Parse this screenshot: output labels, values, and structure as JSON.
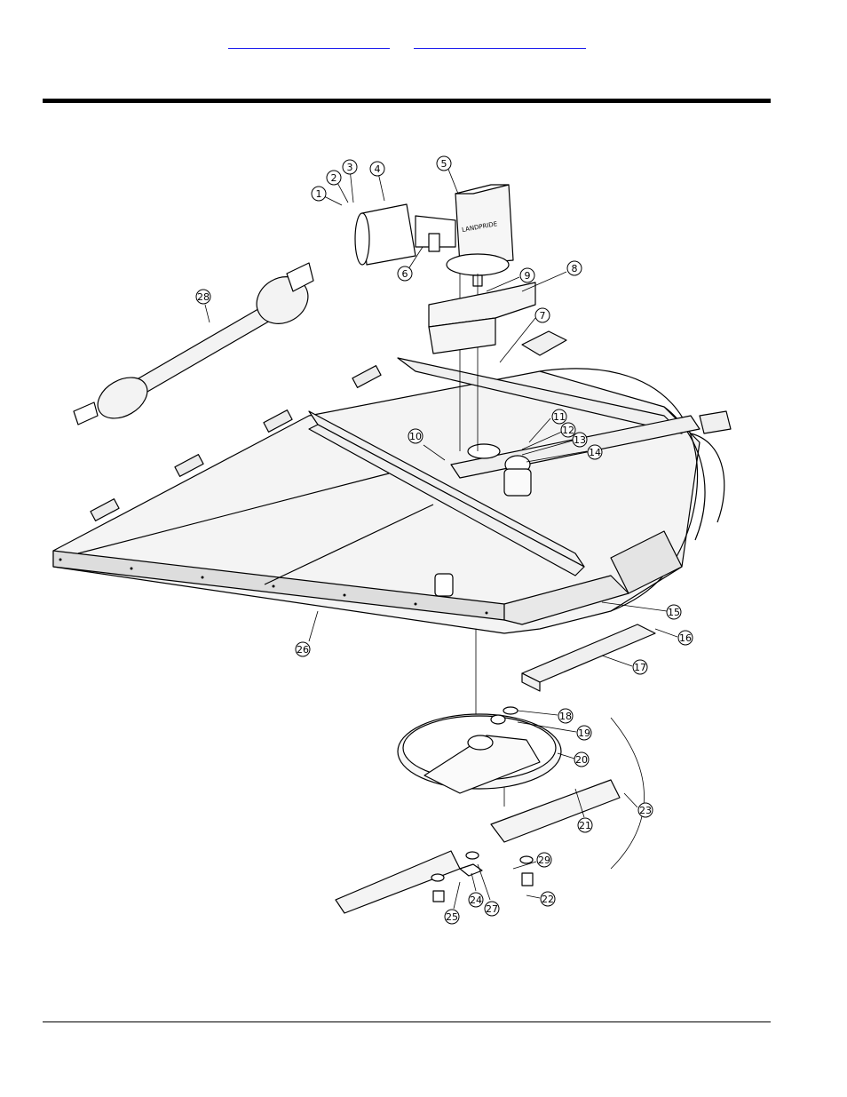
{
  "header": {
    "link_left": "",
    "link_right": ""
  },
  "diagram": {
    "callouts": [
      "1",
      "2",
      "3",
      "4",
      "5",
      "6",
      "7",
      "8",
      "9",
      "10",
      "11",
      "12",
      "13",
      "14",
      "15",
      "16",
      "17",
      "18",
      "19",
      "20",
      "21",
      "22",
      "23",
      "24",
      "25",
      "26",
      "27",
      "28",
      "29"
    ],
    "gearbox_label": "LANDPRIDE"
  }
}
